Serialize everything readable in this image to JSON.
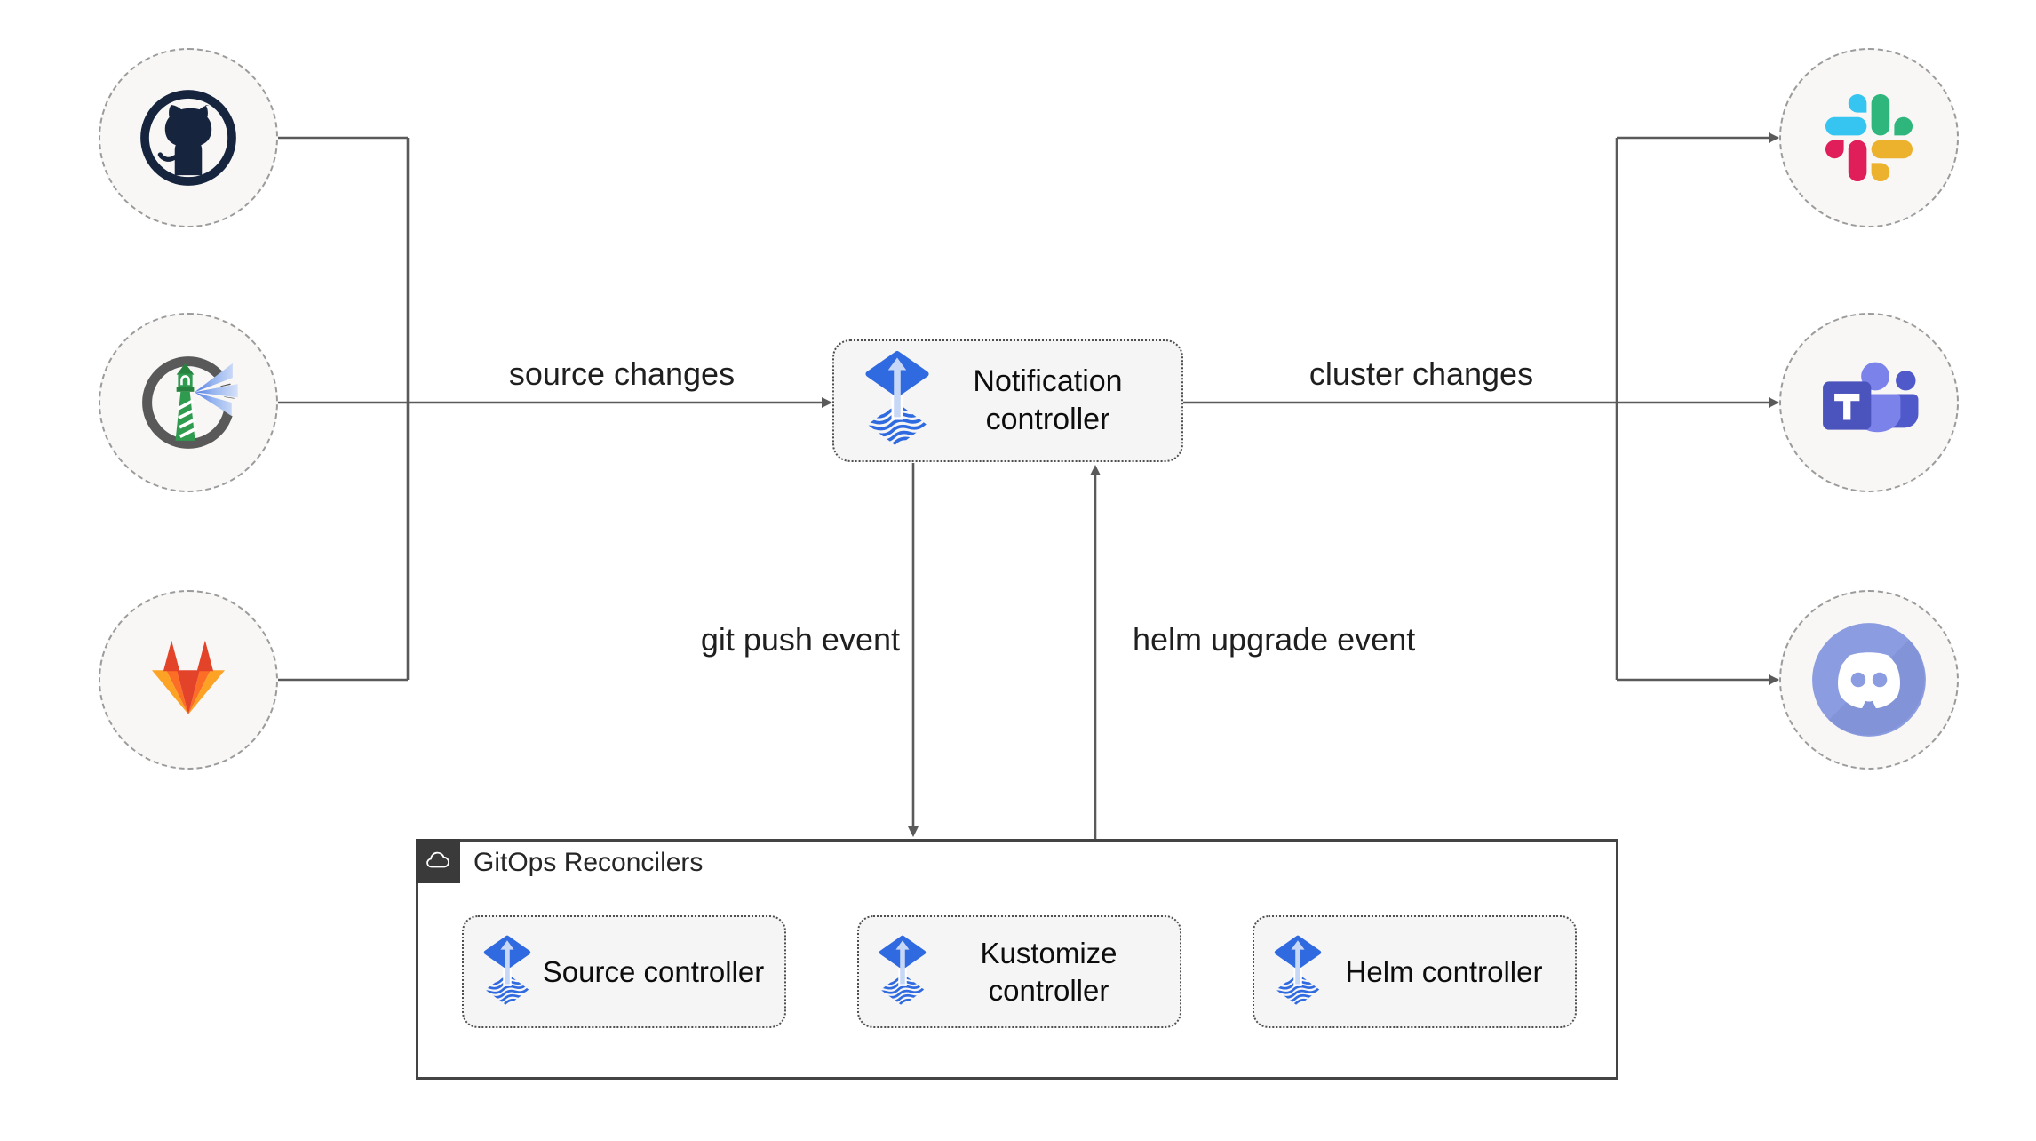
{
  "diagram": {
    "notification_controller": {
      "label": "Notification controller",
      "icon": "flux-icon"
    },
    "sources": [
      {
        "name": "github",
        "icon": "github-icon"
      },
      {
        "name": "harbor",
        "icon": "harbor-icon"
      },
      {
        "name": "gitlab",
        "icon": "gitlab-icon"
      }
    ],
    "targets": [
      {
        "name": "slack",
        "icon": "slack-icon"
      },
      {
        "name": "teams",
        "icon": "teams-icon"
      },
      {
        "name": "discord",
        "icon": "discord-icon"
      }
    ],
    "edges": {
      "source_changes": "source changes",
      "cluster_changes": "cluster changes",
      "git_push_event": "git push event",
      "helm_upgrade_event": "helm upgrade event"
    },
    "reconcilers": {
      "title": "GitOps Reconcilers",
      "badge_icon": "cloud-icon",
      "items": [
        {
          "label": "Source controller",
          "icon": "flux-icon"
        },
        {
          "label": "Kustomize controller",
          "icon": "flux-icon"
        },
        {
          "label": "Helm controller",
          "icon": "flux-icon"
        }
      ]
    },
    "colors": {
      "flux_blue": "#2f6ae0",
      "connector": "#5a5a5a",
      "node_fill": "#f5f5f5",
      "node_border": "#4f4f4f",
      "circle_fill": "#f8f7f5",
      "circle_border": "#9b9b9b",
      "slack": [
        "#36c5f0",
        "#2eb67d",
        "#ecb22e",
        "#e01e5a"
      ],
      "teams_purple": "#4b53bc",
      "discord_blurple": "#8b9ce1",
      "gitlab": [
        "#e24329",
        "#fc6d26",
        "#fca326"
      ],
      "harbor_green": "#2e9b4f"
    }
  }
}
